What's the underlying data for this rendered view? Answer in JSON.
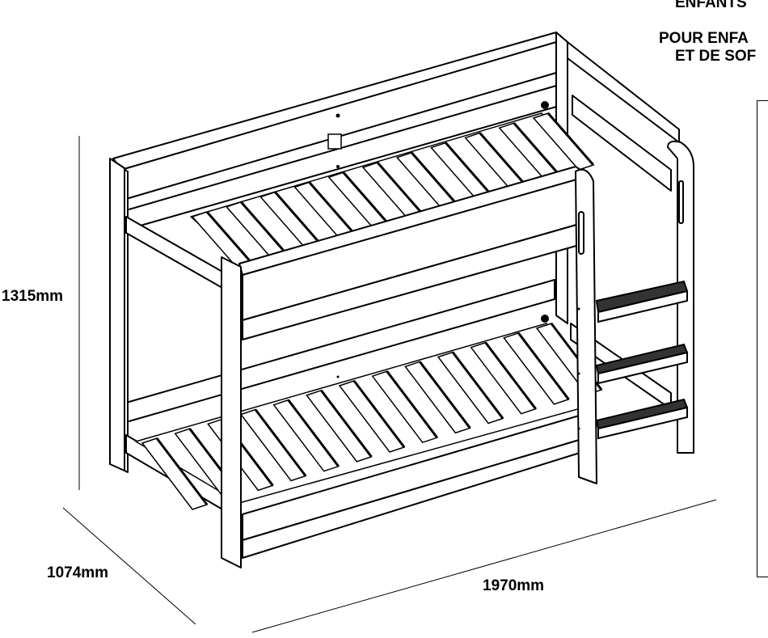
{
  "header": {
    "line1": "ENFANTS",
    "line2": "POUR ENFA",
    "line3": "ET DE SOF"
  },
  "dimensions": {
    "height": "1315mm",
    "depth": "1074mm",
    "width": "1970mm"
  },
  "colors": {
    "line": "#000000",
    "fill": "#ffffff",
    "slat_shadow": "#2a2a2a"
  }
}
